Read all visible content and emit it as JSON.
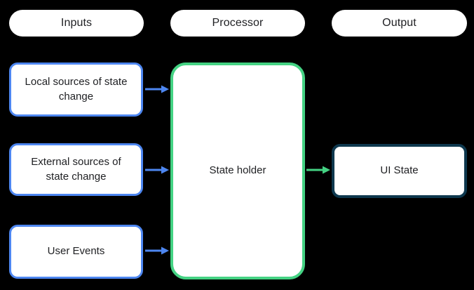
{
  "colors": {
    "background": "#000000",
    "node_fill": "#ffffff",
    "text": "#202124",
    "blue": "#4d86f0",
    "green": "#44d283",
    "navy": "#0e384e"
  },
  "column_headers": [
    {
      "label": "Inputs"
    },
    {
      "label": "Processor"
    },
    {
      "label": "Output"
    }
  ],
  "input_nodes": [
    {
      "label": "Local sources of state\nchange"
    },
    {
      "label": "External sources of\nstate change"
    },
    {
      "label": "User Events"
    }
  ],
  "processor_node": {
    "label": "State holder"
  },
  "output_node": {
    "label": "UI State"
  }
}
